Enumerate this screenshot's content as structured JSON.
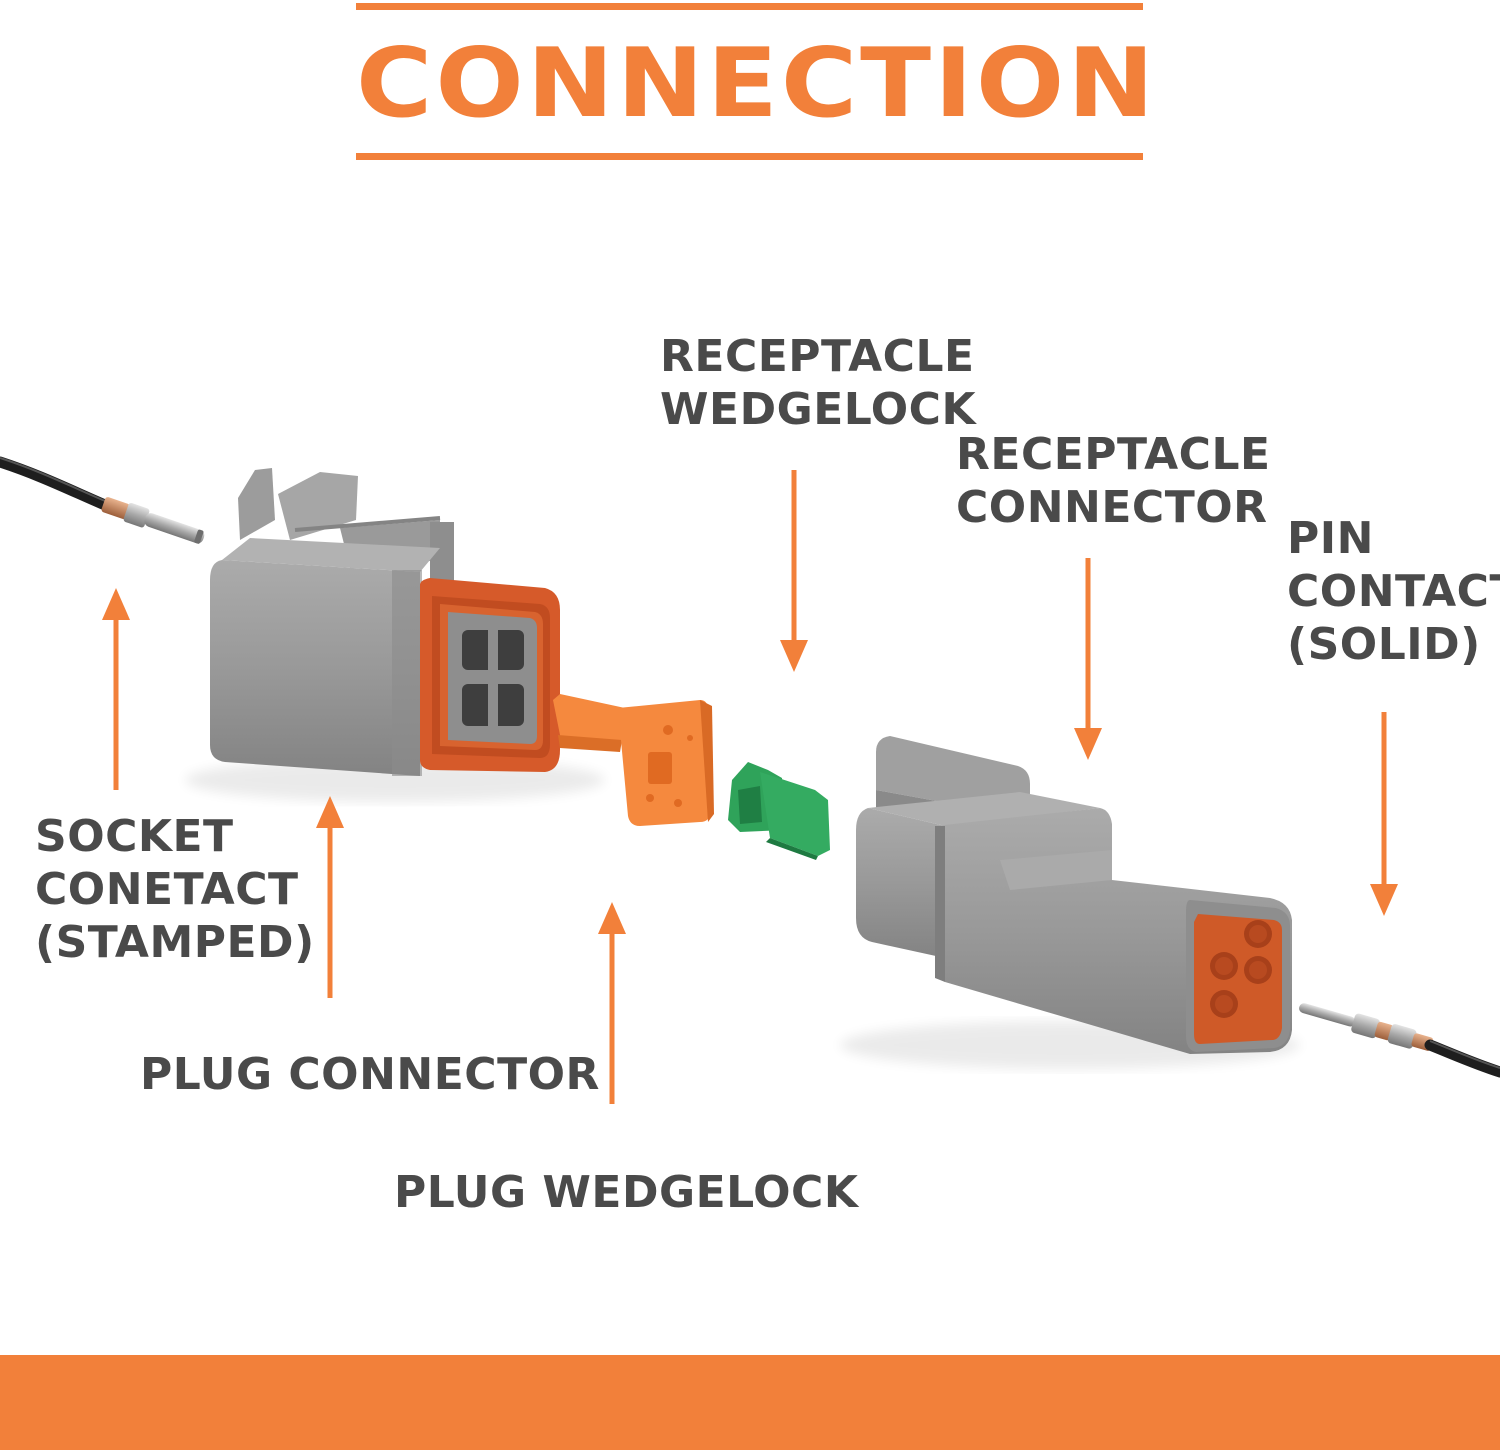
{
  "title": "CONNECTION",
  "colors": {
    "accent": "#F2803A",
    "label_text": "#4A4A4A",
    "housing_gray": "#9A9A9A",
    "seal_orange": "#D65A2A",
    "wedge_orange": "#F5893E",
    "wedge_green": "#2FA35A",
    "wire": "#1E1E1E",
    "background": "#FFFFFF"
  },
  "labels": {
    "receptacle_wedgelock": [
      "RECEPTACLE",
      "WEDGELOCK"
    ],
    "receptacle_connector": [
      "RECEPTACLE",
      "CONNECTOR"
    ],
    "pin_contact": [
      "PIN",
      "CONTACT",
      "(SOLID)"
    ],
    "socket_contact": [
      "SOCKET",
      "CONETACT",
      "(STAMPED)"
    ],
    "plug_connector": "PLUG CONNECTOR",
    "plug_wedgelock": "PLUG WEDGELOCK"
  },
  "parts": [
    {
      "name": "socket-contact",
      "color": "#B0B0B0"
    },
    {
      "name": "plug-connector",
      "color": "#9A9A9A"
    },
    {
      "name": "plug-wedgelock",
      "color": "#F5893E"
    },
    {
      "name": "receptacle-wedgelock",
      "color": "#2FA35A"
    },
    {
      "name": "receptacle-connector",
      "color": "#9A9A9A"
    },
    {
      "name": "pin-contact",
      "color": "#B0B0B0"
    }
  ]
}
